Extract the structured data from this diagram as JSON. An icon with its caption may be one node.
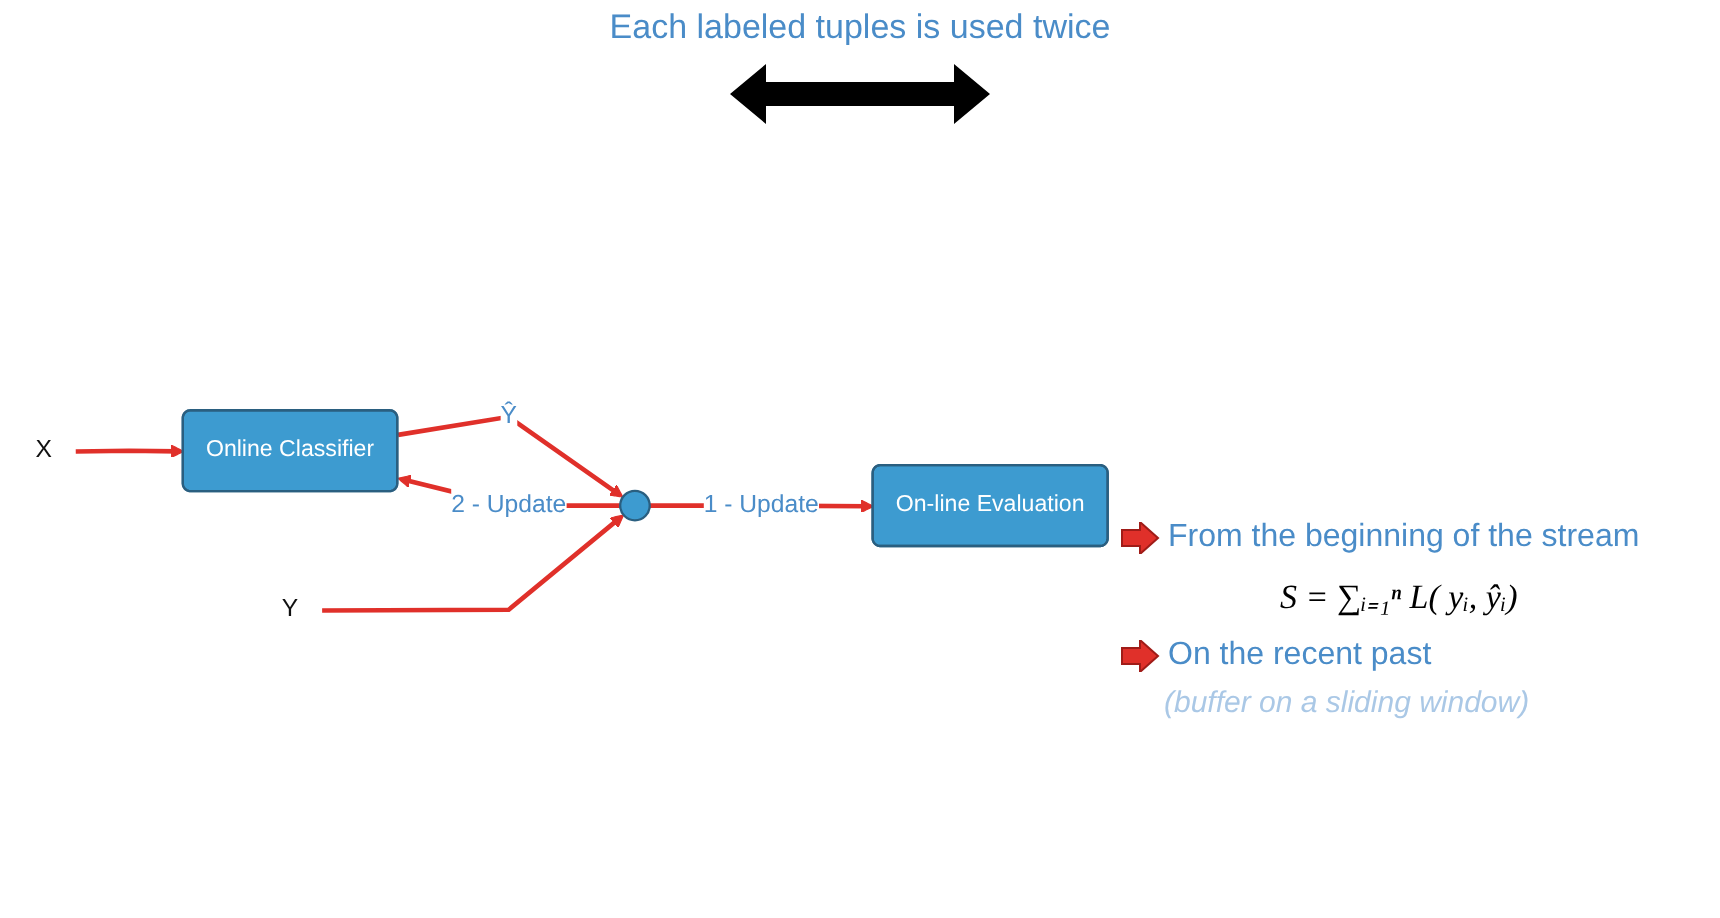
{
  "diagram": {
    "nodes": [
      {
        "text": [
          "X"
        ]
      },
      {
        "text": [
          "Online Classifier"
        ]
      },
      {
        "text": [],
        "shape": "circle"
      },
      {
        "text": [
          "On-line Evaluation"
        ]
      },
      {
        "text": [
          "Y"
        ]
      }
    ],
    "edges": [
      {
        "from": 0,
        "to": 1,
        "arrow": "to"
      },
      {
        "from": 1,
        "to": 2,
        "arrow": "to",
        "label": "Ŷ"
      },
      {
        "from": 4,
        "to": 2,
        "arrow": "to"
      },
      {
        "from": 2,
        "to": 1,
        "arrow": "to",
        "label": "2 - Update"
      },
      {
        "from": 2,
        "to": 3,
        "arrow": "to",
        "label": "1 - Update"
      }
    ],
    "labels": [
      "Each labeled tuples is used twice",
      "From the beginning of the stream",
      "S = ∑ᵢ₌₁ⁿ L( yᵢ, ŷᵢ)",
      "On the recent past",
      "(buffer on a sliding window)"
    ]
  }
}
